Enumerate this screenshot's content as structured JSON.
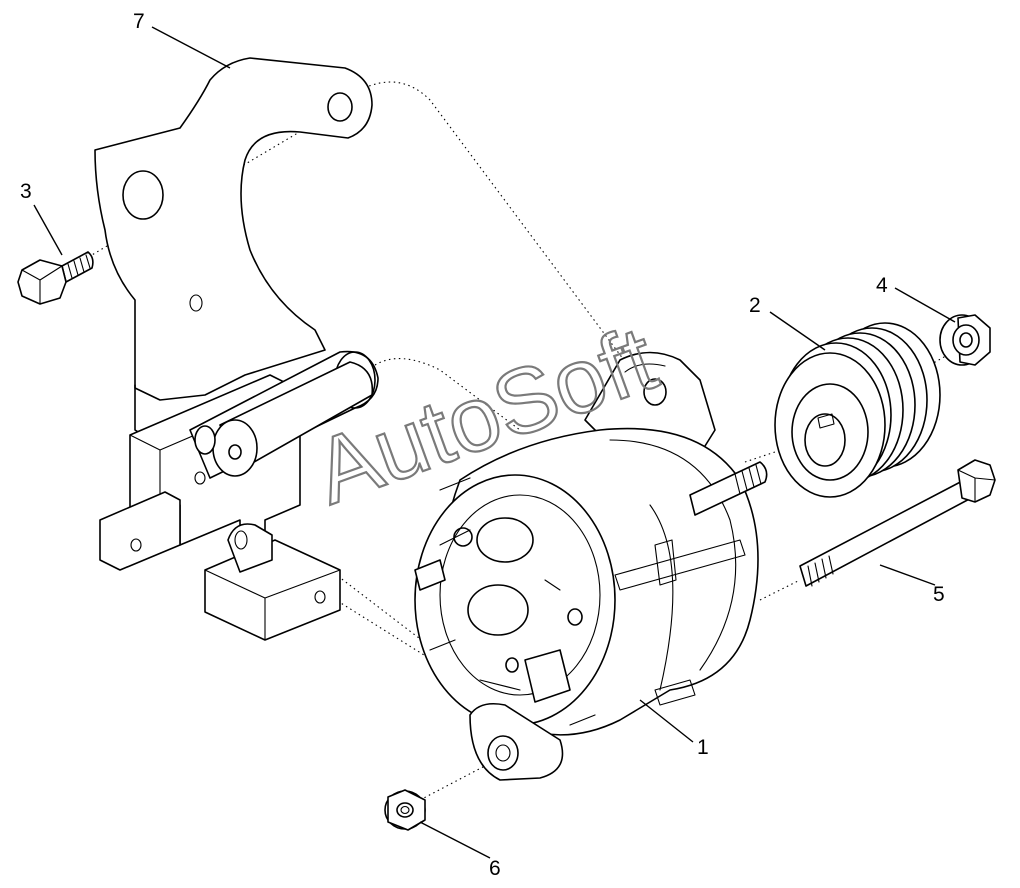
{
  "figure": {
    "watermark": "AutoSoft",
    "callouts": [
      {
        "id": "1",
        "label": "1"
      },
      {
        "id": "2",
        "label": "2"
      },
      {
        "id": "3",
        "label": "3"
      },
      {
        "id": "4",
        "label": "4"
      },
      {
        "id": "5",
        "label": "5"
      },
      {
        "id": "6",
        "label": "6"
      },
      {
        "id": "7",
        "label": "7"
      }
    ],
    "parts": [
      {
        "callout": "1",
        "part": "alternator-icon"
      },
      {
        "callout": "2",
        "part": "pulley-icon"
      },
      {
        "callout": "3",
        "part": "bolt-icon"
      },
      {
        "callout": "4",
        "part": "flange-nut-icon"
      },
      {
        "callout": "5",
        "part": "long-bolt-icon"
      },
      {
        "callout": "6",
        "part": "flange-nut-icon"
      },
      {
        "callout": "7",
        "part": "mounting-bracket-icon"
      }
    ]
  }
}
